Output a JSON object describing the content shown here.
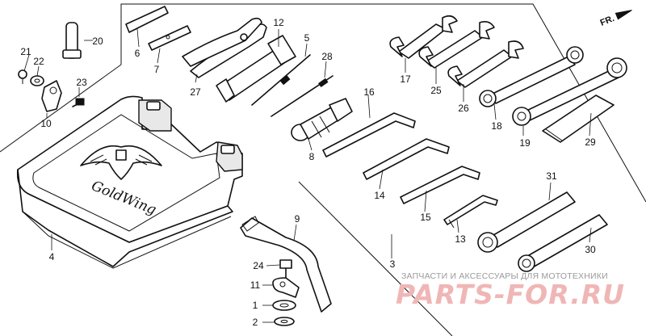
{
  "diagram": {
    "direction_indicator": {
      "label": "FR.",
      "icon": "arrow-forward-icon"
    },
    "case_logo_text": "GoldWing",
    "callouts": [
      {
        "id": "1",
        "part": "washer"
      },
      {
        "id": "2",
        "part": "washer"
      },
      {
        "id": "3",
        "part": "tool-set-assembly"
      },
      {
        "id": "4",
        "part": "tool-case"
      },
      {
        "id": "5",
        "part": "screwdriver-bar"
      },
      {
        "id": "6",
        "part": "screwdriver"
      },
      {
        "id": "7",
        "part": "screwdriver"
      },
      {
        "id": "8",
        "part": "screwdriver-grip"
      },
      {
        "id": "9",
        "part": "tool-band"
      },
      {
        "id": "10",
        "part": "bracket"
      },
      {
        "id": "11",
        "part": "collar"
      },
      {
        "id": "12",
        "part": "spark-plug-wrench"
      },
      {
        "id": "13",
        "part": "hex-wrench"
      },
      {
        "id": "14",
        "part": "hex-wrench"
      },
      {
        "id": "15",
        "part": "hex-wrench"
      },
      {
        "id": "16",
        "part": "hex-wrench"
      },
      {
        "id": "17",
        "part": "open-end-wrench"
      },
      {
        "id": "18",
        "part": "box-wrench"
      },
      {
        "id": "19",
        "part": "box-wrench"
      },
      {
        "id": "20",
        "part": "rubber-cap"
      },
      {
        "id": "21",
        "part": "screw"
      },
      {
        "id": "22",
        "part": "grommet"
      },
      {
        "id": "23",
        "part": "bolt"
      },
      {
        "id": "24",
        "part": "bolt"
      },
      {
        "id": "25",
        "part": "open-end-wrench"
      },
      {
        "id": "26",
        "part": "open-end-wrench"
      },
      {
        "id": "27",
        "part": "pliers"
      },
      {
        "id": "28",
        "part": "screwdriver-bar"
      },
      {
        "id": "29",
        "part": "grip"
      },
      {
        "id": "30",
        "part": "handle"
      },
      {
        "id": "31",
        "part": "pin-spanner"
      }
    ]
  },
  "watermark": {
    "caption": "ЗАПЧАСТИ И АКСЕССУАРЫ ДЛЯ МОТОТЕХНИКИ",
    "brand": "PARTS-FOR.RU",
    "color": "#f0b6b6"
  }
}
